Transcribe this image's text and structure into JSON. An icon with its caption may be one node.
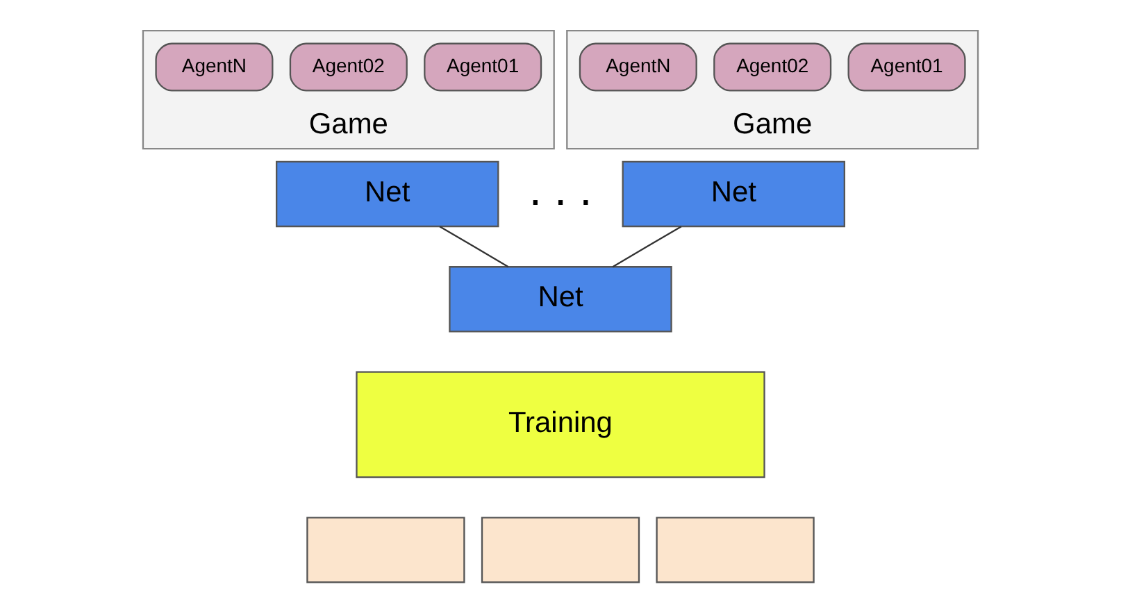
{
  "diagram": {
    "nodes": [
      {
        "text": [
          "Game"
        ]
      },
      {
        "text": [
          "Agent01"
        ],
        "in": 0
      },
      {
        "text": [
          "Agent02"
        ],
        "in": 0
      },
      {
        "text": [
          "AgentN"
        ],
        "in": 0
      },
      {
        "text": [
          "Net"
        ]
      },
      {
        "text": [
          "Game"
        ]
      },
      {
        "text": [
          "Agent01"
        ],
        "in": 5
      },
      {
        "text": [
          "Agent02"
        ],
        "in": 5
      },
      {
        "text": [
          "AgentN"
        ],
        "in": 5
      },
      {
        "text": [
          "Net"
        ]
      },
      {
        "text": [
          "Training"
        ]
      },
      {
        "text": [
          "Net"
        ]
      },
      {
        "text": [],
        "shape": "box"
      },
      {
        "text": [],
        "shape": "box"
      },
      {
        "text": [],
        "shape": "box"
      }
    ],
    "edges": [
      {
        "from": 4,
        "to": 11,
        "arrow": "none"
      },
      {
        "from": 9,
        "to": 11,
        "arrow": "none"
      }
    ],
    "labels": [
      ". . ."
    ]
  }
}
